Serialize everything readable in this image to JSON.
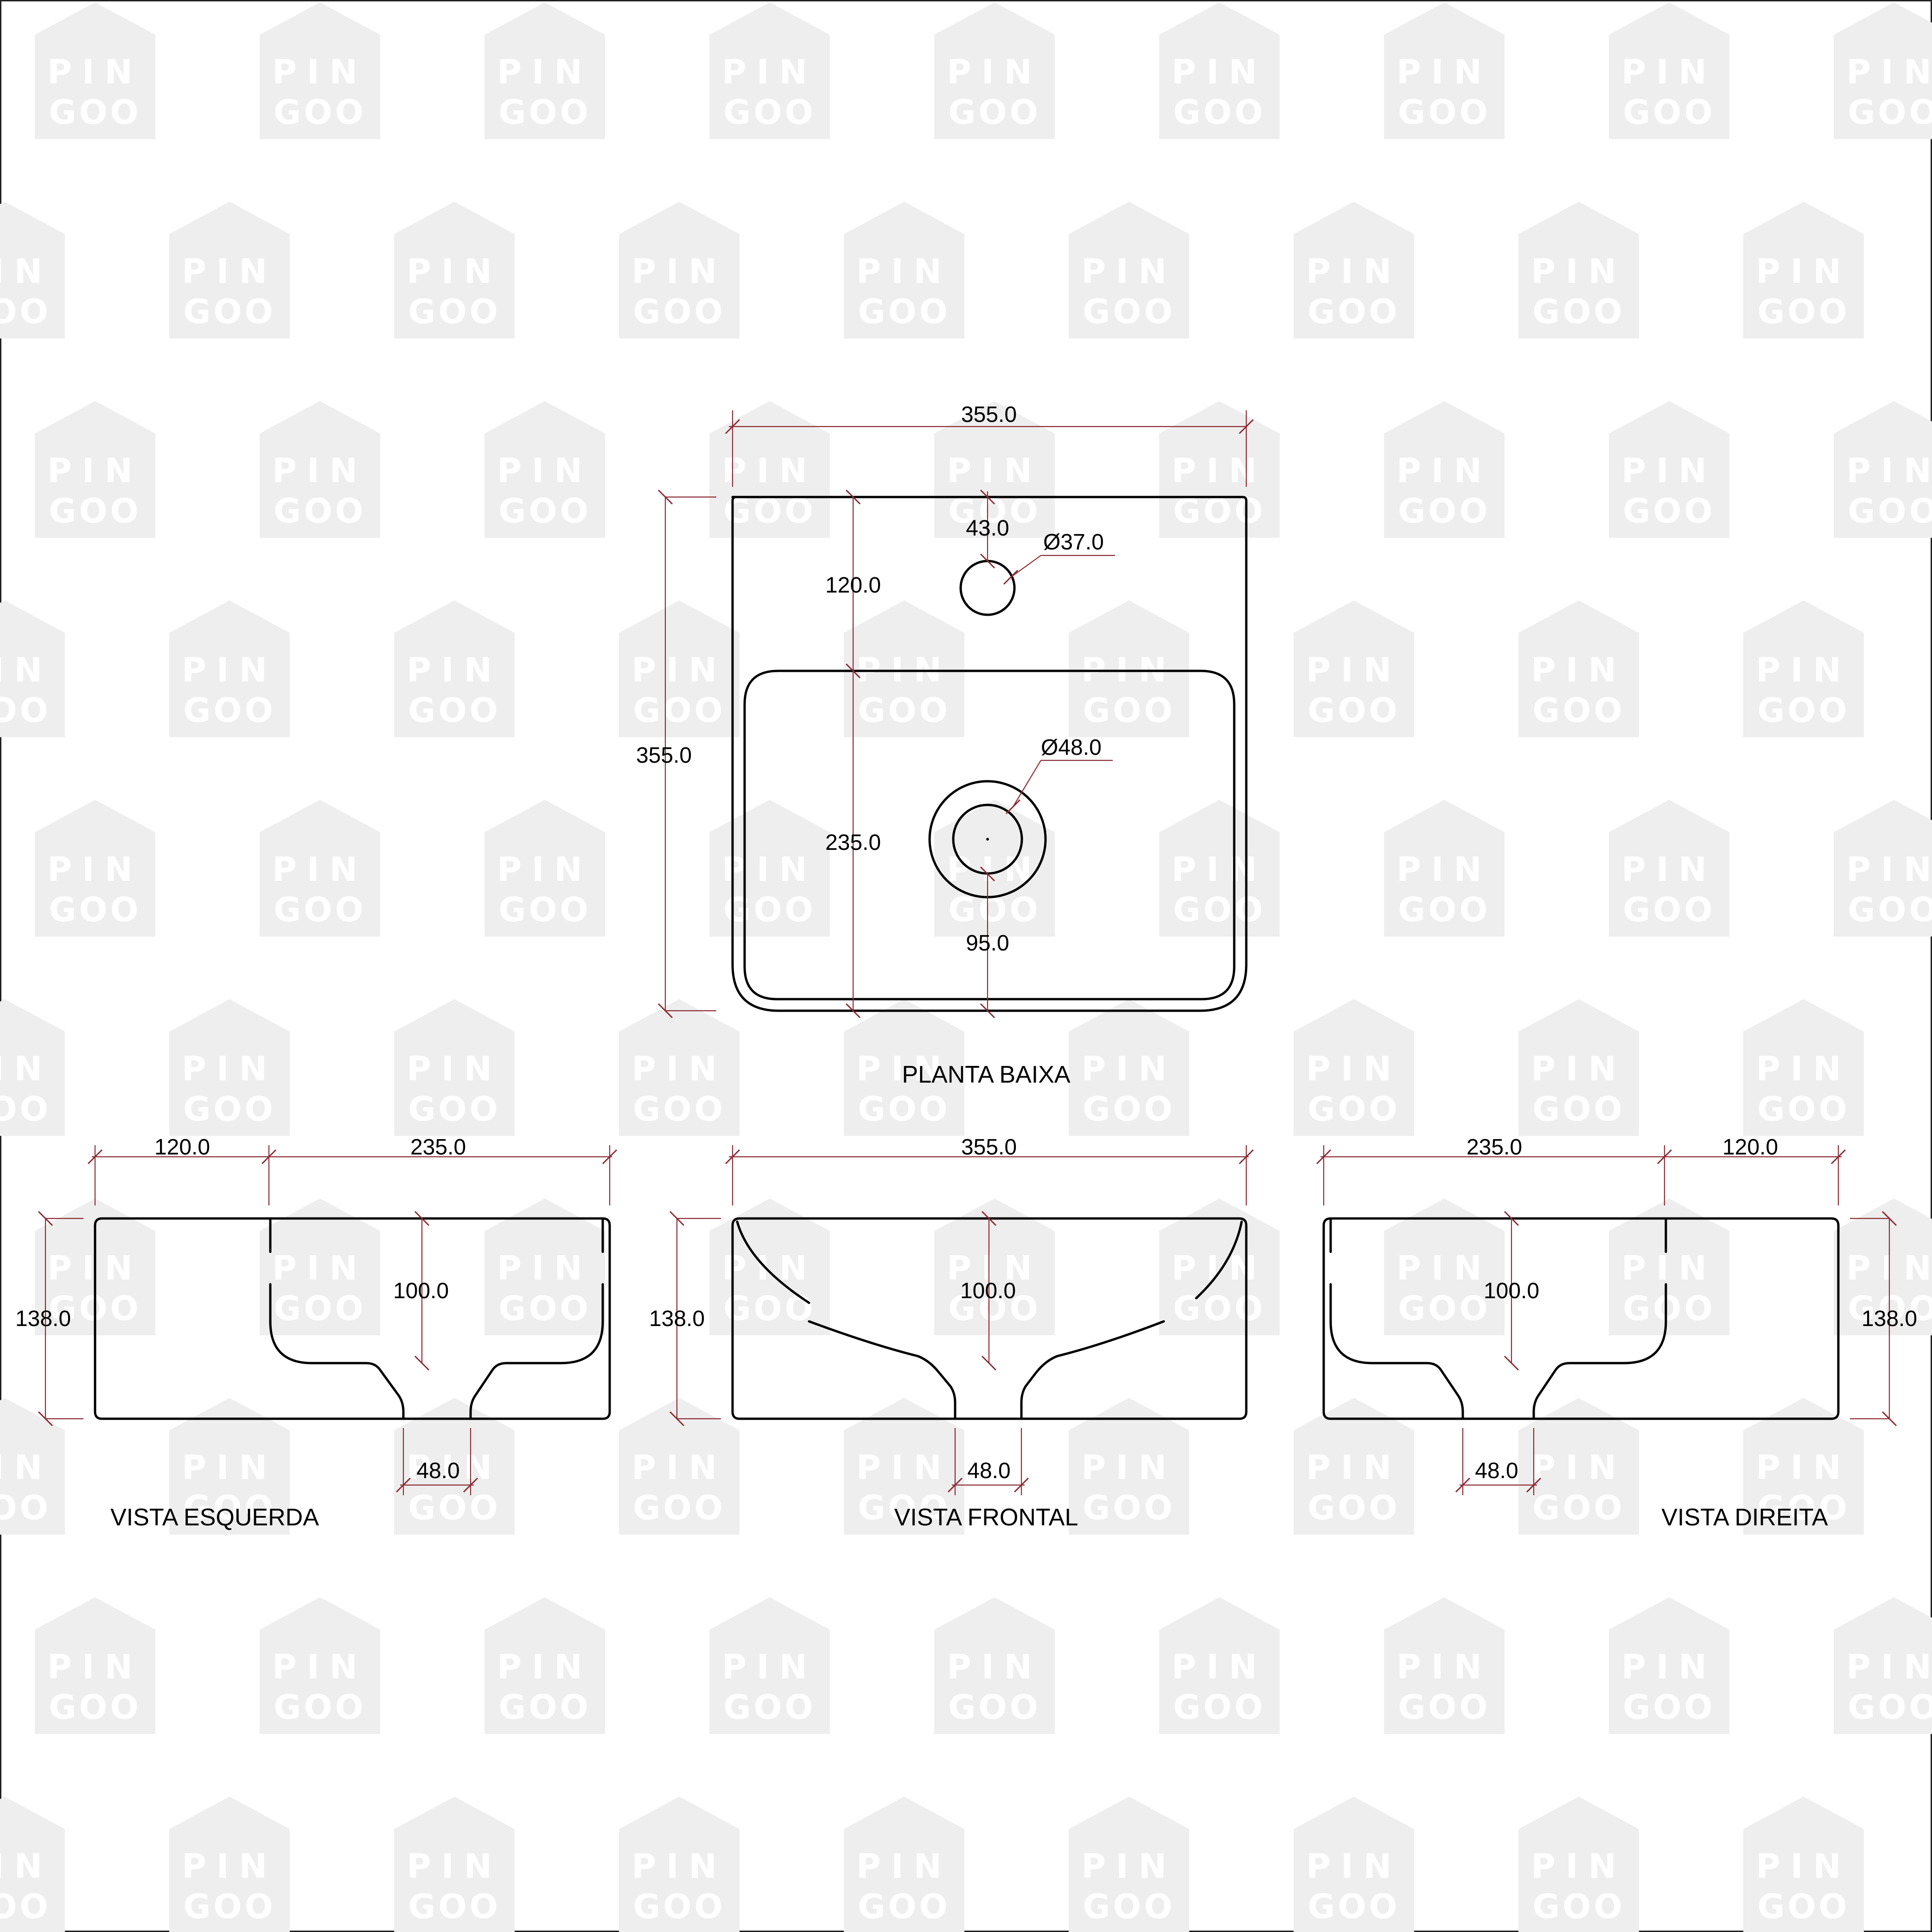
{
  "watermark": {
    "line1": "PIN",
    "line2": "GOO",
    "color": "#eeeeee"
  },
  "colors": {
    "object_line": "#000000",
    "dimension_line": "#8a2b35",
    "background": "#ffffff"
  },
  "plan": {
    "title": "PLANTA BAIXA",
    "width": "355.0",
    "depth": "355.0",
    "tap_from_edge": "43.0",
    "tap_diameter": "Ø37.0",
    "deck_depth": "120.0",
    "bowl_depth": "235.0",
    "drain_diameter": "Ø48.0",
    "drain_from_front": "95.0"
  },
  "left_view": {
    "title": "VISTA ESQUERDA",
    "deck": "120.0",
    "bowl": "235.0",
    "height": "138.0",
    "inner_depth": "100.0",
    "drain": "48.0"
  },
  "front_view": {
    "title": "VISTA FRONTAL",
    "width": "355.0",
    "height": "138.0",
    "inner_depth": "100.0",
    "drain": "48.0"
  },
  "right_view": {
    "title": "VISTA DIREITA",
    "bowl": "235.0",
    "deck": "120.0",
    "height": "138.0",
    "inner_depth": "100.0",
    "drain": "48.0"
  }
}
